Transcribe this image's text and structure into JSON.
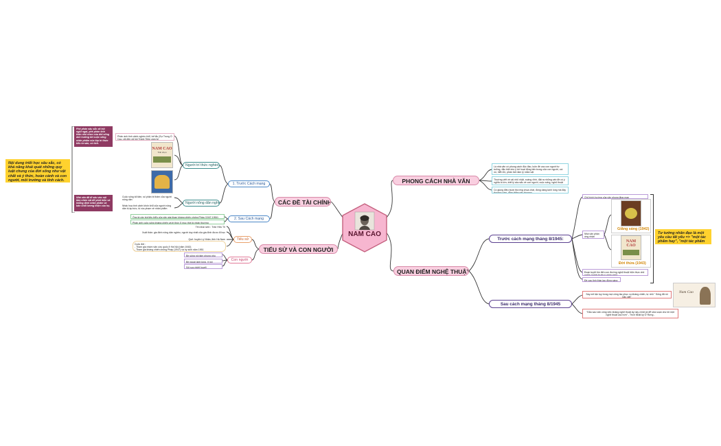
{
  "center": {
    "title": "NAM CAO"
  },
  "branches": {
    "de_tai": "CÁC ĐỀ TÀI CHÍNH",
    "tieu_su": "TIỂU SỬ VÀ CON NGƯỜI",
    "phong_cach": "PHONG CÁCH NHÀ VĂN",
    "quan_diem": "QUAN ĐIỂM NGHỆ THUẬT"
  },
  "de_tai": {
    "truoc": "1. Trước Cách mạng",
    "sau": "2. Sau Cách mạng",
    "tri_thuc": "Người trí thức nghèo",
    "nong_dan": "Người nông dân nghèo",
    "tri_thuc_leaf": "Phản ánh tình cảnh nghèo khổ, bế tắc (Sự Trung Ố Cao, rất đến xã hội Tránh Tiêm cầm ly)",
    "nong_dan_leaf1": "Cuộc sống tối tăm, số phận bi thảm của người nông dân",
    "nong_dan_leaf2": "Nhấc hoạ tình cảnh khốn khổ của người nông dân bị áp bức, bị xúc phạm về nhân phẩm",
    "sau_leaf1": "Ông là cây bút tiêu biểu của văn giai đoạn kháng chiến chống Pháp (1947-1954)",
    "sau_leaf2": "Phản ánh cuộc sống kháng chiến và tri thức 5 mục thời kì nhận thường",
    "mag1": "Phê phán sâu sắc xã hội ngột ngạt, phê phán tinh thần nhỏ nhen của đời sống ảnh hưởng tới cuộc sống nhân phẩm của lớp trí thức tiểu tư sản, có tích.",
    "mag2": "Nhà văn đã đi sâu vào nội tâm nhân vật để phát hiện và khẳng định nhân phẩm và bản chất lương thiện của họ.",
    "yellow": "Nội dung triết học sâu sắc, có khả năng khái quát những quy luật chung của đời sống như vật chất và ý thức, hoàn cảnh và con người, môi trường và tính cách."
  },
  "covers": {
    "book1_title": "NAM CAO",
    "book1_sub": "Tinh chọn"
  },
  "tieu_su": {
    "tieu_su_node": "Tiểu sử",
    "con_nguoi_node": "Con người",
    "ts_leaf1": "Tên khai sinh : Trần Hữu Tri",
    "ts_leaf2": "Xuất thân: gia đình nông dân nghèo, người duy nhất của gia đình được đi học",
    "ts_leaf3": "Quê: huyện Lý Nhân, tỉnh Hà Nam",
    "ts_leaf4": "Cuộc đời :\n- Tham gia nhóm văn cứu quốc ở Hà Nội (năm 1943)\n- Tham gia kháng chiến chống Pháp (1947) và hy sinh năm 1951",
    "cn_leaf1": "Bề sống nội tâm phong phú",
    "cn_leaf2": "Bề ngoài lạnh lùng, ít nói",
    "cn_leaf3": "Sôi sục nhiệt huyết"
  },
  "phong_cach": {
    "pc_leaf1": "Là nhà văn có phong cách độc đáo, luôn đề cao con người tư tưởng, đặc biệt chú ý tới hoạt động bên trong của con người, coi nó, hiển thị, phân tích tâm lý nhân vật",
    "pc_leaf2": "Thường viết về cái nhỏ nhặt, xoàng xĩnh, đặt ra những vấn đề có ý nghĩa to lớn, triết lý sâu sắc về con người, cuộc sống, nghệ thuật",
    "pc_leaf3": "Có giọng điệu buồn thương chua chát, đồng dạng lạnh lùng mà đầy thương cảm, đằm thắm yêu thương"
  },
  "quan_diem": {
    "truoc": "Trước cách mạng tháng 8/1945:",
    "sau": "Sau cách mạng tháng 8/1945",
    "tr_leaf1": "Chủ trình hướng của văn phong lãng mạn",
    "tr_leaf2": "Nhà văn phản ứng nhận",
    "tr_leaf3": "Đoạn tuyệt tìm đến con đường nghệ thuật hiện thực chủ nghĩa (nghệ thuật vì nhân sinh)",
    "tr_leaf4": "Đề cao tinh thần lao động sáng tạo",
    "giang_sang": "Giăng sáng (1942)",
    "doi_thua": "Đời thừa (1943)",
    "yellow": "Tư tưởng nhân đạo là một yêu cầu tất yếu => \"một tác phẩm hay\", \"một tác phẩm thật giá trị\"",
    "sau_leaf1": "Say mê tận tụy trong mọi công tác phục vụ kháng chiến, tự nhủ \" Sống đã rồi hãy viết\"",
    "sau_leaf2": "\"Dẫu sao văn công việc kháng nghệ thuật ấy này chính là để sửa soạn cho tôi một nghệ thuật cao hơn\" - Trích Nhật ký Ở Rừng -",
    "sig": "Nam Cao"
  },
  "colors": {
    "center_fill": "#f7b6d0",
    "branch_fill": "#f9cfe0",
    "yellow_note": "#ffd22e",
    "magenta_note": "#8f3a62",
    "link": "#333333"
  }
}
